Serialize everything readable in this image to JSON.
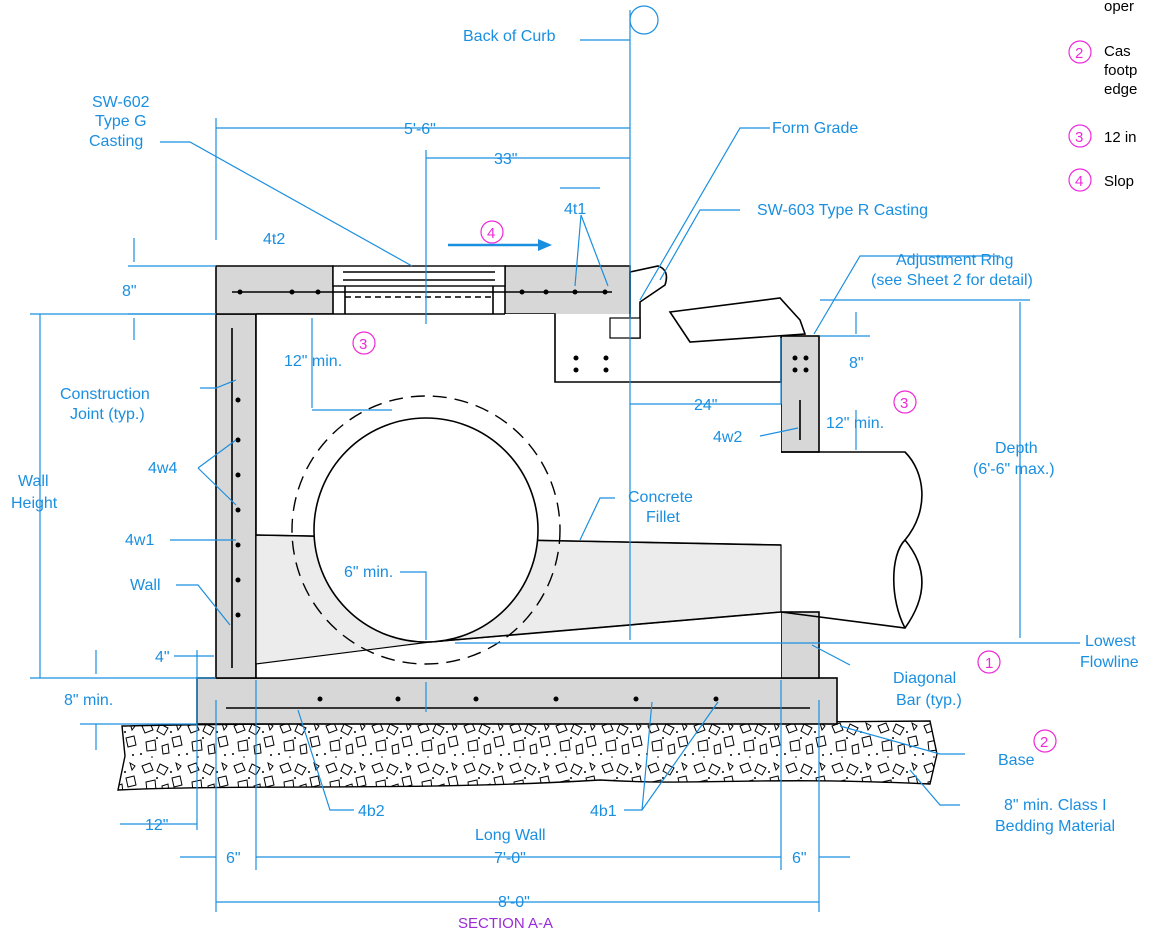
{
  "title": "SECTION A-A",
  "colors": {
    "dimension": "#1a8fe0",
    "note_number": "#ee2ad8",
    "title": "#9b2bd6",
    "concrete": "#d7d7d7",
    "fillet": "#ececec"
  },
  "labels": {
    "back_of_curb": "Back of Curb",
    "sw602_line1": "SW-602",
    "sw602_line2": "Type G",
    "sw602_line3": "Casting",
    "form_grade": "Form Grade",
    "sw603": "SW-603 Type R Casting",
    "adjustment_ring_line1": "Adjustment Ring",
    "adjustment_ring_line2": "(see Sheet 2 for detail)",
    "construction_joint_line1": "Construction",
    "construction_joint_line2": "Joint (typ.)",
    "wall_height_line1": "Wall",
    "wall_height_line2": "Height",
    "wall": "Wall",
    "concrete_fillet_line1": "Concrete",
    "concrete_fillet_line2": "Fillet",
    "depth_line1": "Depth",
    "depth_line2": "(6'-6\" max.)",
    "lowest_line1": "Lowest",
    "lowest_line2": "Flowline",
    "diagonal_line1": "Diagonal",
    "diagonal_line2": "Bar (typ.)",
    "base": "Base",
    "bedding_line1": "8\" min. Class I",
    "bedding_line2": "Bedding Material",
    "long_wall": "Long Wall"
  },
  "bars": {
    "b4t2": "4t2",
    "b4t1": "4t1",
    "b4w4": "4w4",
    "b4w1": "4w1",
    "b4w2": "4w2",
    "b4b2": "4b2",
    "b4b1": "4b1"
  },
  "dimensions": {
    "d5_6": "5'-6\"",
    "d33": "33\"",
    "d8_top": "8\"",
    "d12min_left": "12\" min.",
    "d24": "24\"",
    "d8_right": "8\"",
    "d12min_right": "12\" min.",
    "d6min": "6\" min.",
    "d4": "4\"",
    "d8min": "8\" min.",
    "d12": "12\"",
    "d6_left": "6\"",
    "d7_0": "7'-0\"",
    "d6_right": "6\"",
    "d8_0": "8'-0\""
  },
  "notes": {
    "n1": "1",
    "n2": "2",
    "n3": "3",
    "n4": "4",
    "side_n2": "2",
    "side_n3": "3",
    "side_n4": "4",
    "side_text_1": "oper",
    "side_text_2a": "Cas",
    "side_text_2b": "footp",
    "side_text_2c": "edge",
    "side_text_3": "12 in",
    "side_text_4": "Slop"
  }
}
